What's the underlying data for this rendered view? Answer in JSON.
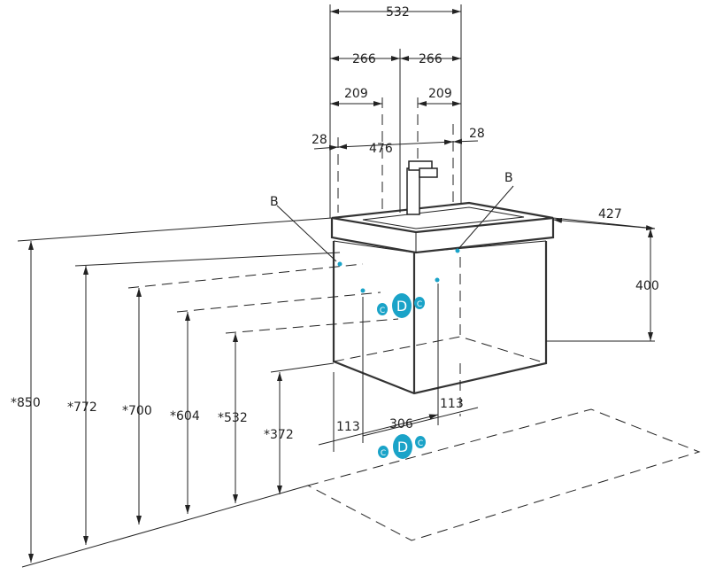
{
  "colors": {
    "line": "#222222",
    "marker": "#1aa3c8"
  },
  "widths": {
    "total": "532",
    "half_left": "266",
    "half_right": "266",
    "offset_left": "209",
    "offset_right": "209",
    "inner": "476",
    "margin_left": "28",
    "margin_right": "28"
  },
  "depth": "427",
  "cabinet_height": "400",
  "heights": [
    "*850",
    "*772",
    "*700",
    "*604",
    "*532",
    "*372"
  ],
  "bottom": {
    "left": "113",
    "center": "306",
    "right": "113"
  },
  "labels": {
    "b_left": "B",
    "b_right": "B"
  },
  "markers": {
    "drain": "D",
    "supply": "C"
  }
}
